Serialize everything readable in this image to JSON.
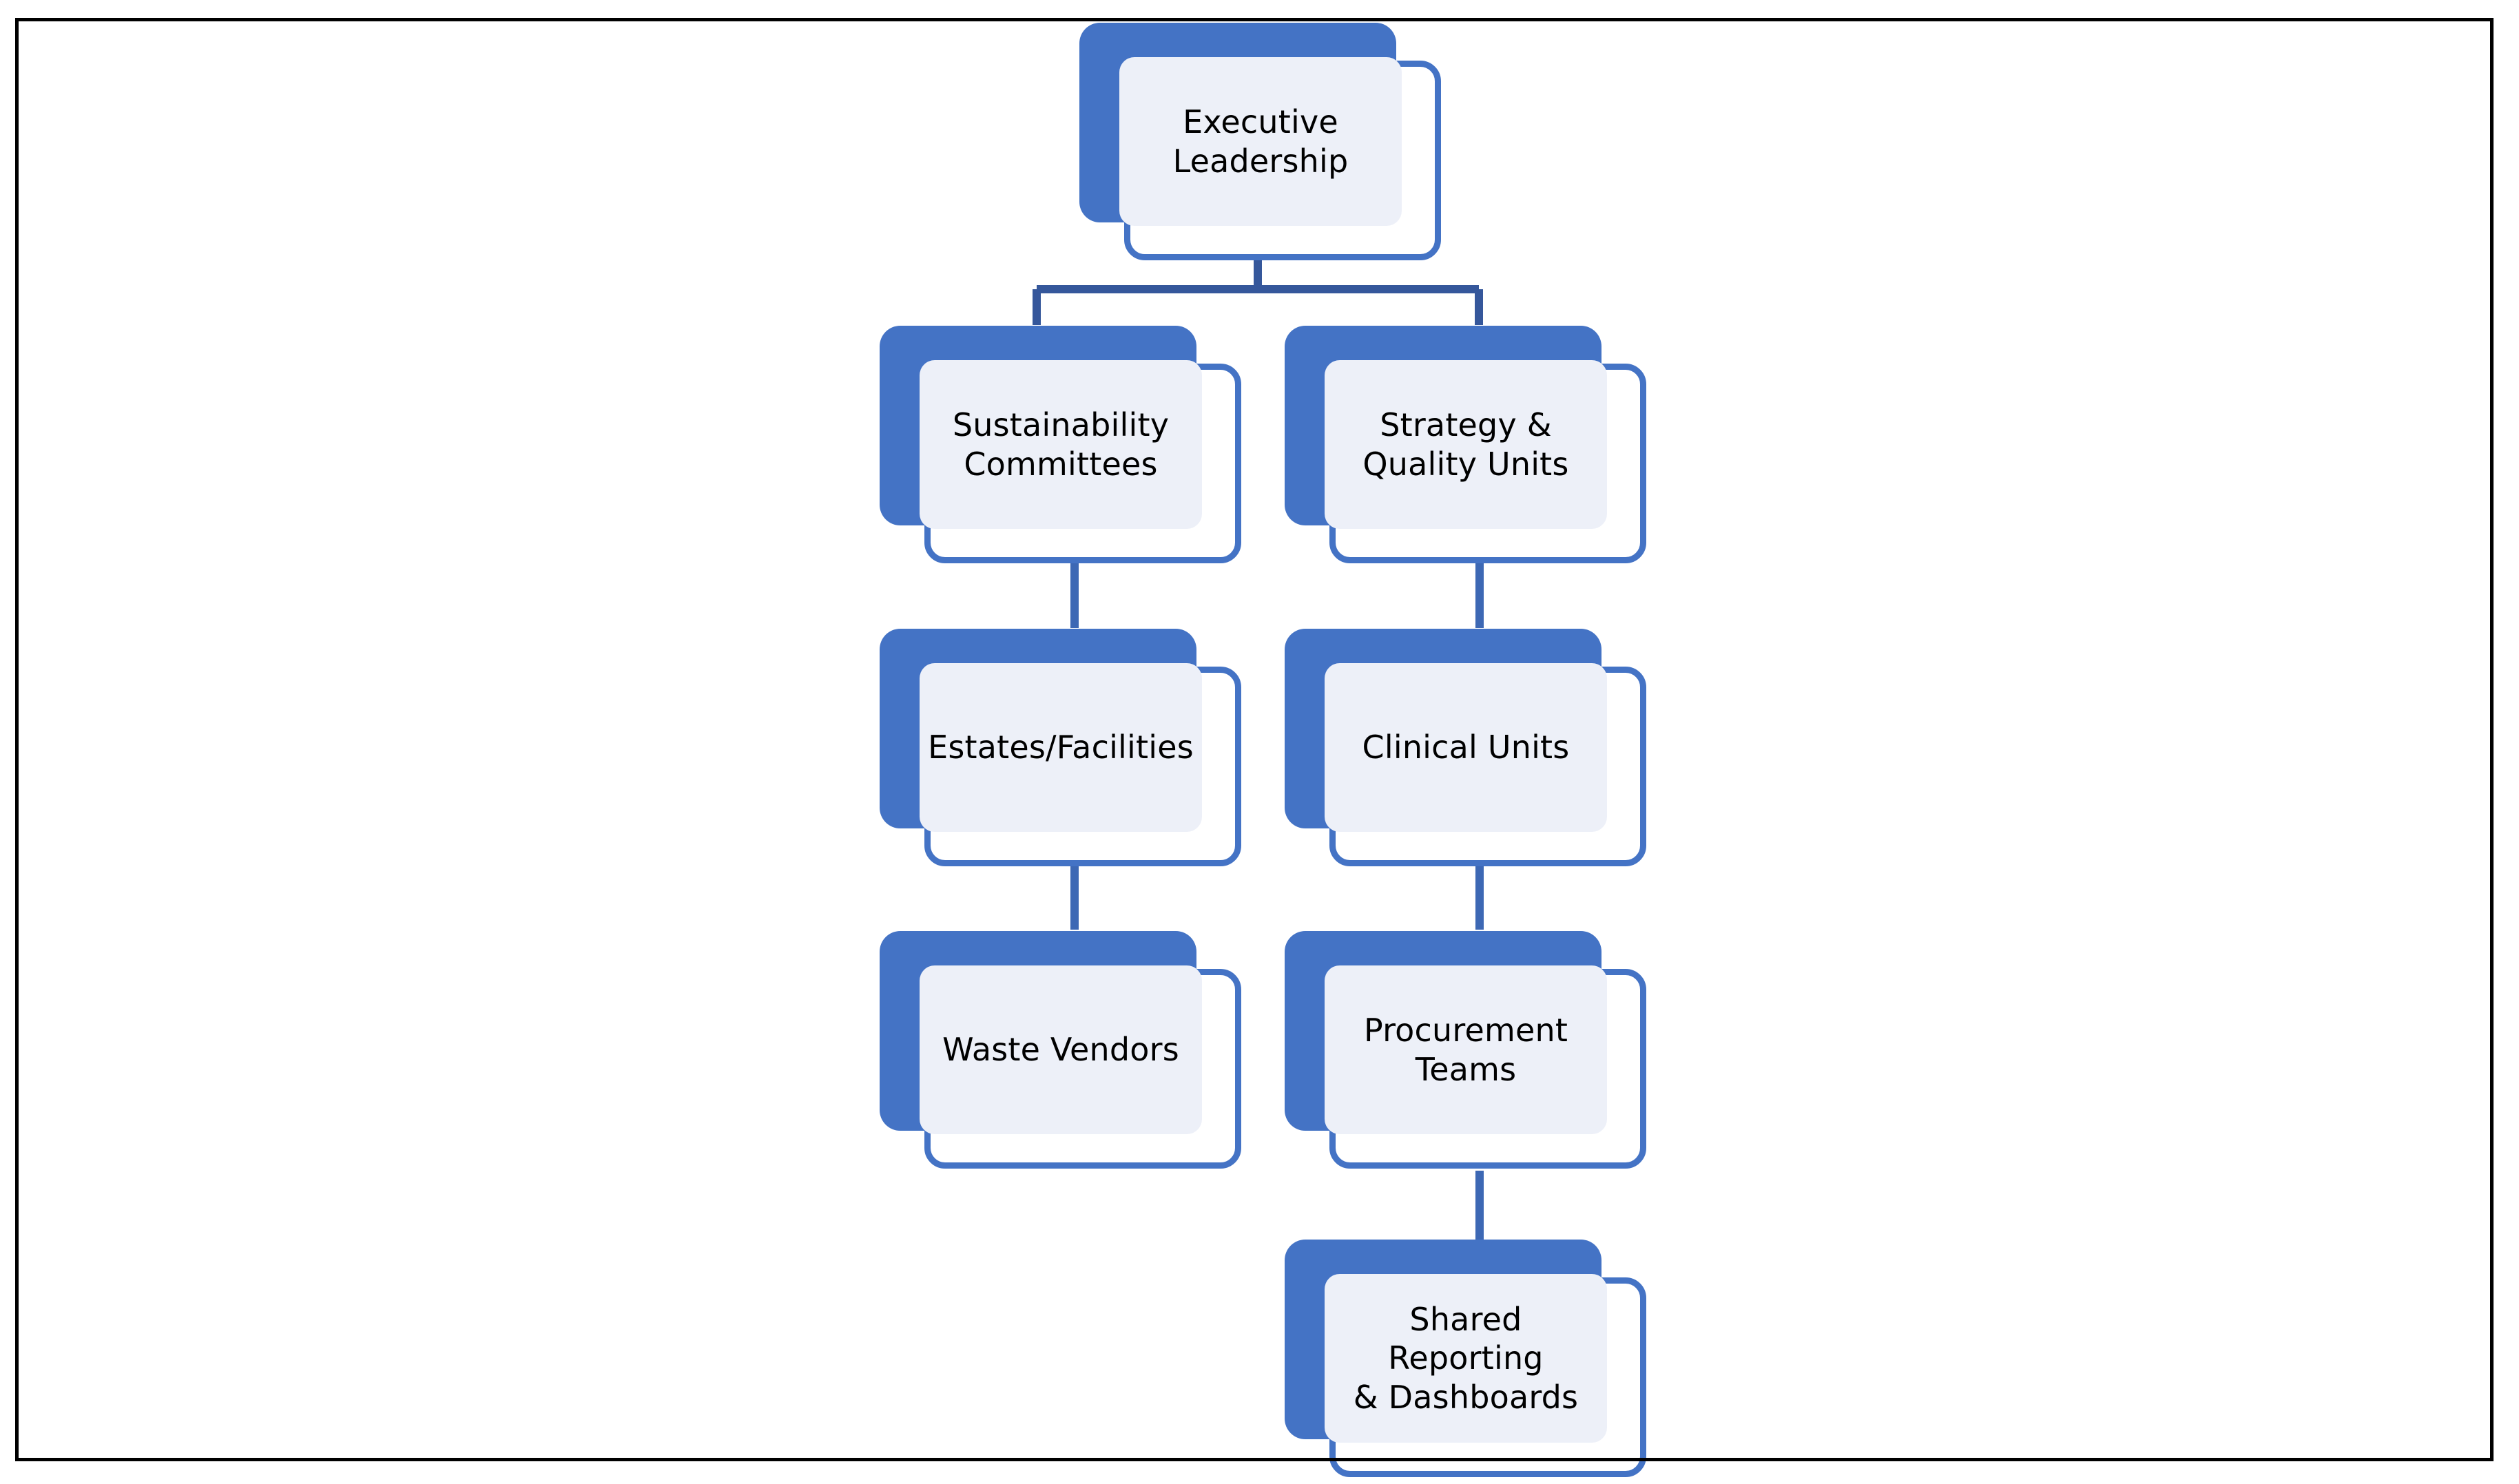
{
  "diagram": {
    "type": "organizational-hierarchy-chart",
    "title": "",
    "colors": {
      "node_plate_blue": "#4473C5",
      "node_border_blue": "#4473C5",
      "node_panel_fill": "#EDF0F8",
      "connector_dark_blue": "#35579B",
      "connector_light_blue": "#4473C5",
      "page_frame": "#000000",
      "label_text": "#000000",
      "background": "#FFFFFF"
    },
    "nodes": [
      {
        "id": "executive-leadership",
        "label": "Executive\nLeadership",
        "level": 0,
        "column": "center"
      },
      {
        "id": "sustainability-committees",
        "label": "Sustainability\nCommittees",
        "level": 1,
        "column": "left"
      },
      {
        "id": "strategy-quality-units",
        "label": "Strategy &\nQuality Units",
        "level": 1,
        "column": "right"
      },
      {
        "id": "estates-facilities",
        "label": "Estates/Facilities",
        "level": 2,
        "column": "left"
      },
      {
        "id": "clinical-units",
        "label": "Clinical Units",
        "level": 2,
        "column": "right"
      },
      {
        "id": "waste-vendors",
        "label": "Waste Vendors",
        "level": 3,
        "column": "left"
      },
      {
        "id": "procurement-teams",
        "label": "Procurement\nTeams",
        "level": 3,
        "column": "right"
      },
      {
        "id": "shared-reporting-dashboards",
        "label": "Shared Reporting\n& Dashboards",
        "level": 4,
        "column": "right"
      }
    ],
    "edges": [
      {
        "from": "executive-leadership",
        "to": "sustainability-committees"
      },
      {
        "from": "executive-leadership",
        "to": "strategy-quality-units"
      },
      {
        "from": "sustainability-committees",
        "to": "estates-facilities"
      },
      {
        "from": "strategy-quality-units",
        "to": "clinical-units"
      },
      {
        "from": "estates-facilities",
        "to": "waste-vendors"
      },
      {
        "from": "clinical-units",
        "to": "procurement-teams"
      },
      {
        "from": "procurement-teams",
        "to": "shared-reporting-dashboards"
      }
    ]
  }
}
